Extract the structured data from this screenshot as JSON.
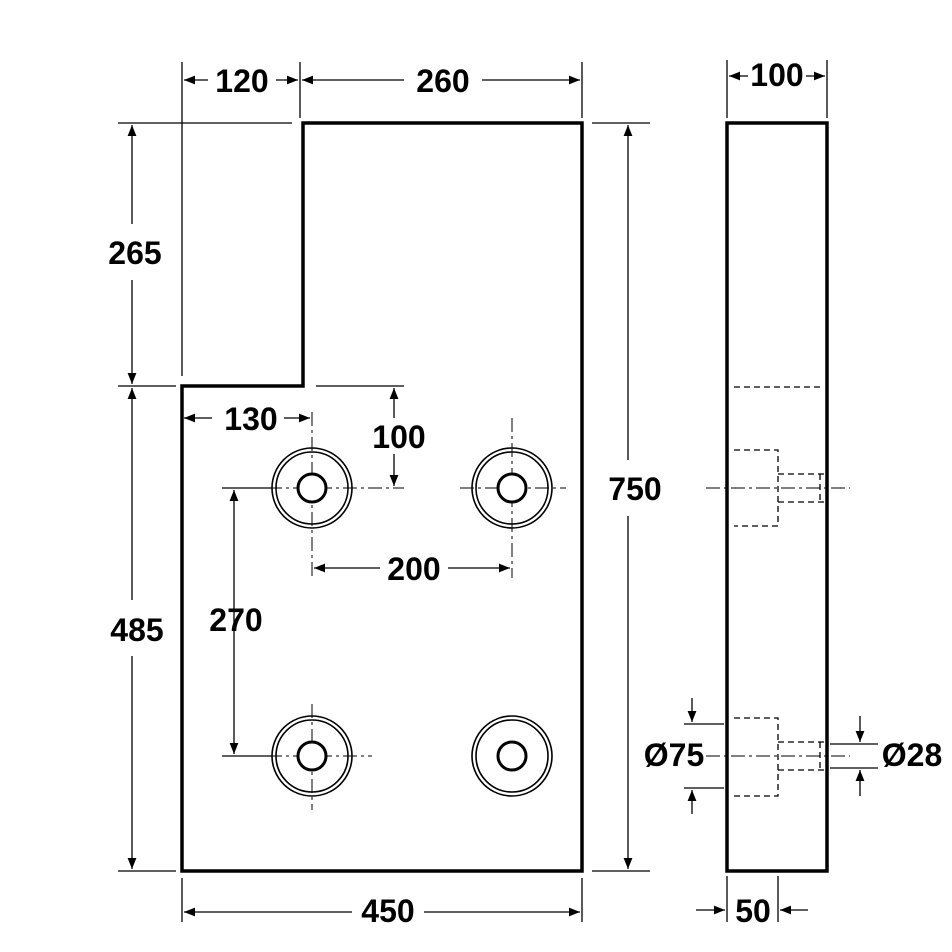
{
  "front_view": {
    "dimensions": {
      "step_width": "120",
      "top_width": "260",
      "step_height": "265",
      "lower_height": "485",
      "hole_offset_x": "130",
      "hole_offset_y": "100",
      "hole_spacing_x": "200",
      "hole_spacing_y": "270",
      "total_height": "750",
      "total_width": "450"
    }
  },
  "side_view": {
    "dimensions": {
      "thickness": "100",
      "counterbore_depth": "50",
      "counterbore_diameter": "Ø75",
      "bore_diameter": "Ø28"
    }
  }
}
